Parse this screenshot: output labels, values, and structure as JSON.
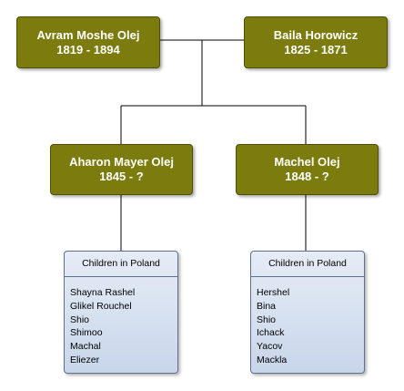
{
  "parents": [
    {
      "name": "Avram Moshe Olej",
      "dates": "1819 - 1894"
    },
    {
      "name": "Baila Horowicz",
      "dates": "1825 - 1871"
    }
  ],
  "children": [
    {
      "name": "Aharon Mayer Olej",
      "dates": "1845 - ?"
    },
    {
      "name": "Machel Olej",
      "dates": "1848 - ?"
    }
  ],
  "groups": [
    {
      "title": "Children in Poland",
      "members": [
        "Shayna Rashel",
        "Glikel Rouchel",
        "Shio",
        "Shimoo",
        "Machal",
        "Eliezer"
      ]
    },
    {
      "title": "Children in Poland",
      "members": [
        "Hershel",
        "Bina",
        "Shio",
        "Ichack",
        "Yacov",
        "Mackla"
      ]
    }
  ],
  "colors": {
    "person_fill": "#7c7c0e",
    "person_text": "#ffffff",
    "group_fill_top": "#e6ecf6",
    "group_fill_bottom": "#c8d6ea",
    "group_border": "#5f6f8e",
    "connector": "#000000"
  }
}
